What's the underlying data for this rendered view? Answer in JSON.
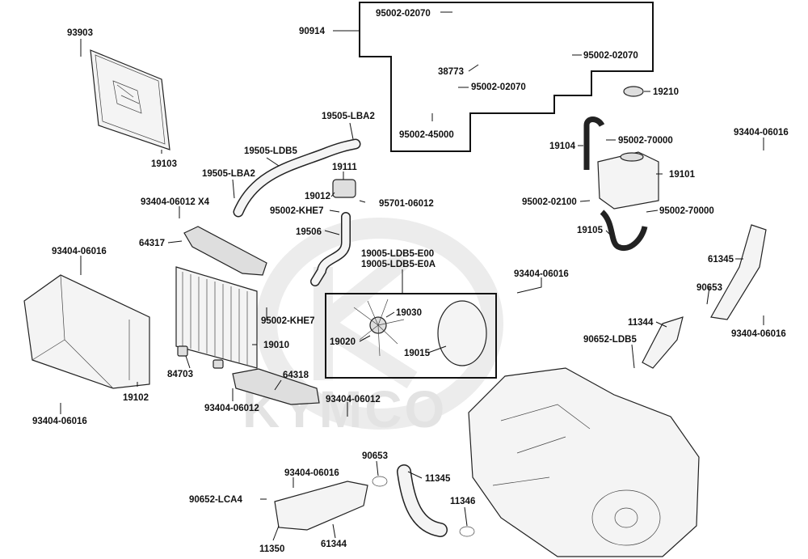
{
  "watermark": {
    "brand": "KYMCO"
  },
  "labels": [
    {
      "id": "l-93903",
      "text": "93903"
    },
    {
      "id": "l-19103",
      "text": "19103"
    },
    {
      "id": "l-90914",
      "text": "90914"
    },
    {
      "id": "l-95002-02070-a",
      "text": "95002-02070"
    },
    {
      "id": "l-95002-02070-b",
      "text": "95002-02070"
    },
    {
      "id": "l-38773",
      "text": "38773"
    },
    {
      "id": "l-95002-02070-c",
      "text": "95002-02070"
    },
    {
      "id": "l-95002-45000",
      "text": "95002-45000"
    },
    {
      "id": "l-19210",
      "text": "19210"
    },
    {
      "id": "l-19505-lba2-a",
      "text": "19505-LBA2"
    },
    {
      "id": "l-19505-ldb5",
      "text": "19505-LDB5"
    },
    {
      "id": "l-19505-lba2-b",
      "text": "19505-LBA2"
    },
    {
      "id": "l-19111",
      "text": "19111"
    },
    {
      "id": "l-19012",
      "text": "19012"
    },
    {
      "id": "l-95701-06012",
      "text": "95701-06012"
    },
    {
      "id": "l-95002-khe7-a",
      "text": "95002-KHE7"
    },
    {
      "id": "l-93404-06012-x4",
      "text": "93404-06012 X4"
    },
    {
      "id": "l-19506",
      "text": "19506"
    },
    {
      "id": "l-64317",
      "text": "64317"
    },
    {
      "id": "l-93404-06016-a",
      "text": "93404-06016"
    },
    {
      "id": "l-19104",
      "text": "19104"
    },
    {
      "id": "l-95002-70000-a",
      "text": "95002-70000"
    },
    {
      "id": "l-19101",
      "text": "19101"
    },
    {
      "id": "l-93404-06016-b",
      "text": "93404-06016"
    },
    {
      "id": "l-95002-02100",
      "text": "95002-02100"
    },
    {
      "id": "l-95002-70000-b",
      "text": "95002-70000"
    },
    {
      "id": "l-19105",
      "text": "19105"
    },
    {
      "id": "l-61345",
      "text": "61345"
    },
    {
      "id": "l-19005-a",
      "text": "19005-LDB5-E00"
    },
    {
      "id": "l-19005-b",
      "text": "19005-LDB5-E0A"
    },
    {
      "id": "l-19030",
      "text": "19030"
    },
    {
      "id": "l-19020",
      "text": "19020"
    },
    {
      "id": "l-19015",
      "text": "19015"
    },
    {
      "id": "l-93404-06016-c",
      "text": "93404-06016"
    },
    {
      "id": "l-90653-a",
      "text": "90653"
    },
    {
      "id": "l-11344",
      "text": "11344"
    },
    {
      "id": "l-93404-06016-d",
      "text": "93404-06016"
    },
    {
      "id": "l-90652-ldb5",
      "text": "90652-LDB5"
    },
    {
      "id": "l-95002-khe7-b",
      "text": "95002-KHE7"
    },
    {
      "id": "l-19010",
      "text": "19010"
    },
    {
      "id": "l-84703",
      "text": "84703"
    },
    {
      "id": "l-64318",
      "text": "64318"
    },
    {
      "id": "l-19102",
      "text": "19102"
    },
    {
      "id": "l-93404-06012-a",
      "text": "93404-06012"
    },
    {
      "id": "l-93404-06012-b",
      "text": "93404-06012"
    },
    {
      "id": "l-93404-06016-e",
      "text": "93404-06016"
    },
    {
      "id": "l-90653-b",
      "text": "90653"
    },
    {
      "id": "l-11345",
      "text": "11345"
    },
    {
      "id": "l-93404-06016-f",
      "text": "93404-06016"
    },
    {
      "id": "l-90652-lca4",
      "text": "90652-LCA4"
    },
    {
      "id": "l-11346",
      "text": "11346"
    },
    {
      "id": "l-11350",
      "text": "11350"
    },
    {
      "id": "l-61344",
      "text": "61344"
    }
  ]
}
